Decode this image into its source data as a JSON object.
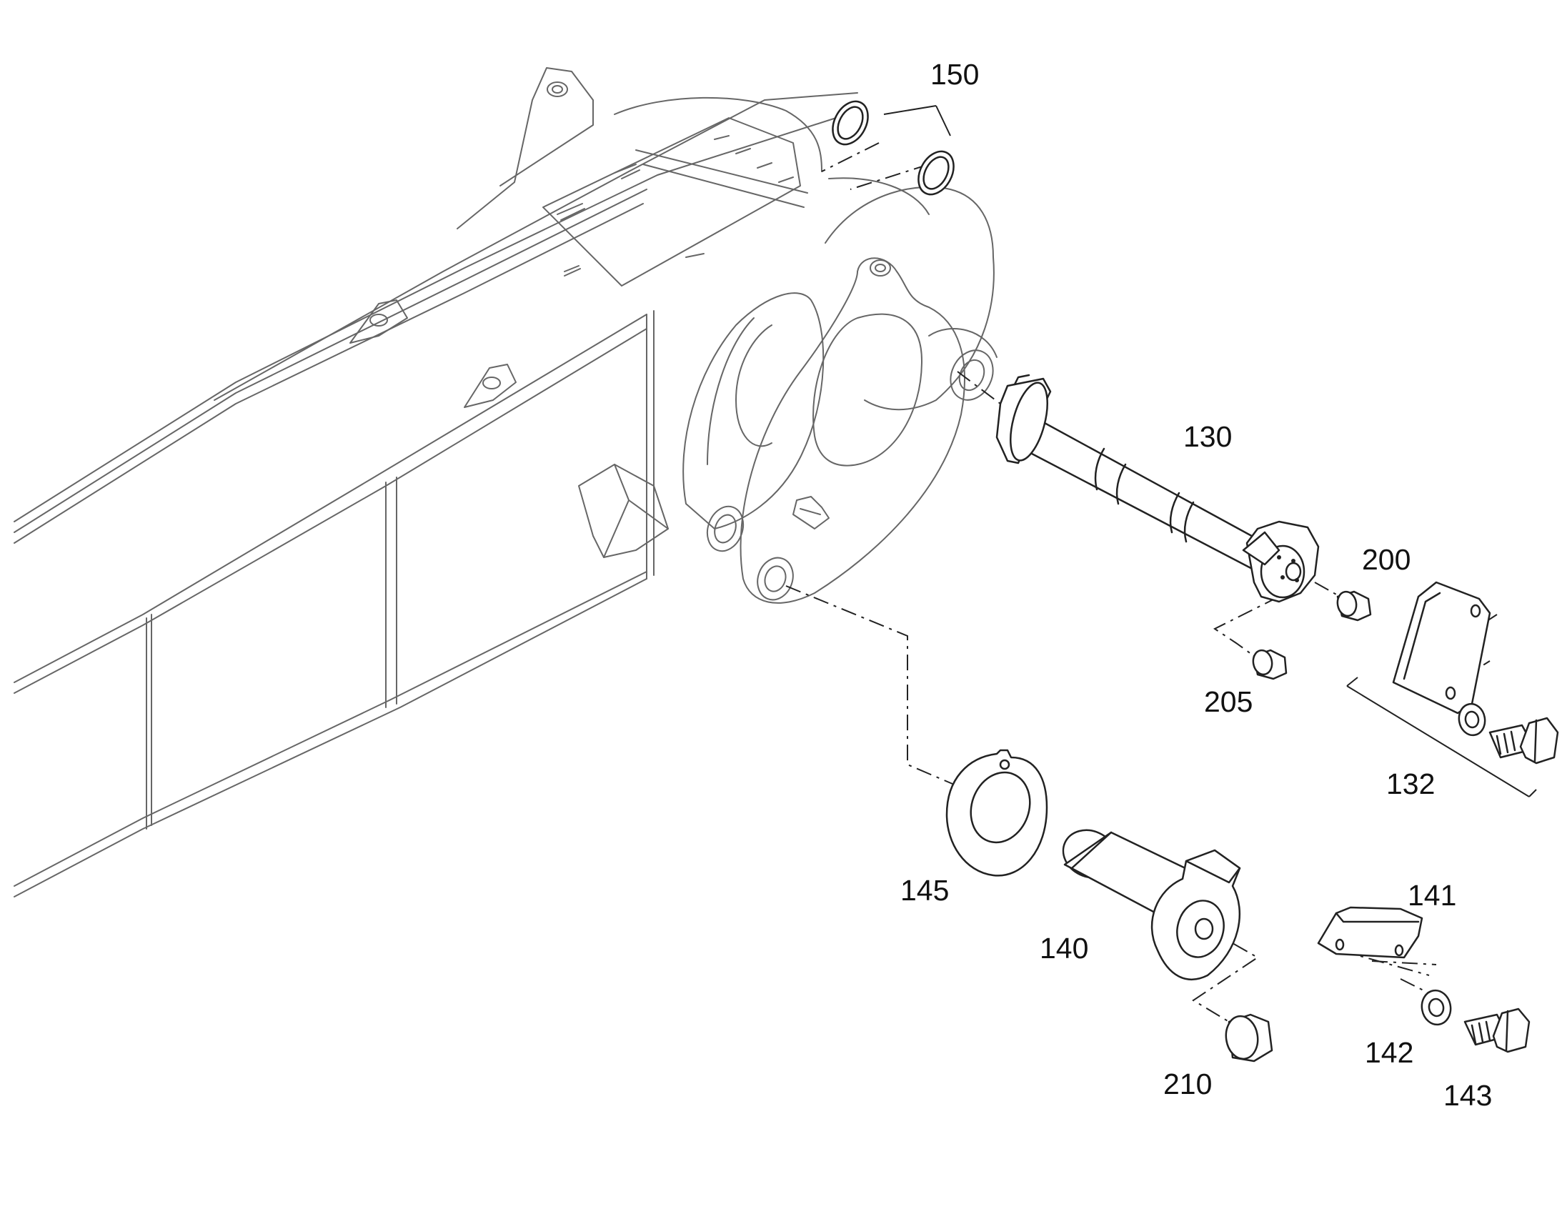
{
  "diagram": {
    "part_labels": {
      "p130": "130",
      "p132": "132",
      "p140": "140",
      "p141": "141",
      "p142": "142",
      "p143": "143",
      "p145": "145",
      "p150": "150",
      "p200": "200",
      "p205": "205",
      "p210": "210"
    }
  }
}
